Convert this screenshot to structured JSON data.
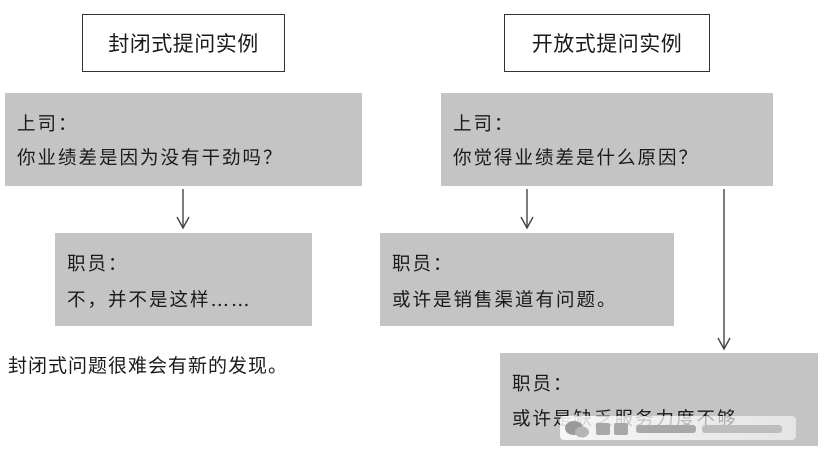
{
  "left": {
    "title": "封闭式提问实例",
    "boss_box": {
      "speaker": "上司：",
      "text": "你业绩差是因为没有干劲吗？"
    },
    "staff_box": {
      "speaker": "职员：",
      "text": "不，并不是这样……"
    },
    "note": "封闭式问题很难会有新的发现。"
  },
  "right": {
    "title": "开放式提问实例",
    "boss_box": {
      "speaker": "上司：",
      "text": "你觉得业绩差是什么原因？"
    },
    "staff_box_1": {
      "speaker": "职员：",
      "text": "或许是销售渠道有问题。"
    },
    "staff_box_2": {
      "speaker": "职员：",
      "text": "或许是缺乏服务力度不够"
    }
  },
  "colors": {
    "box_fill": "#c4c4c4",
    "text": "#1a1a1a",
    "line": "#444444"
  }
}
